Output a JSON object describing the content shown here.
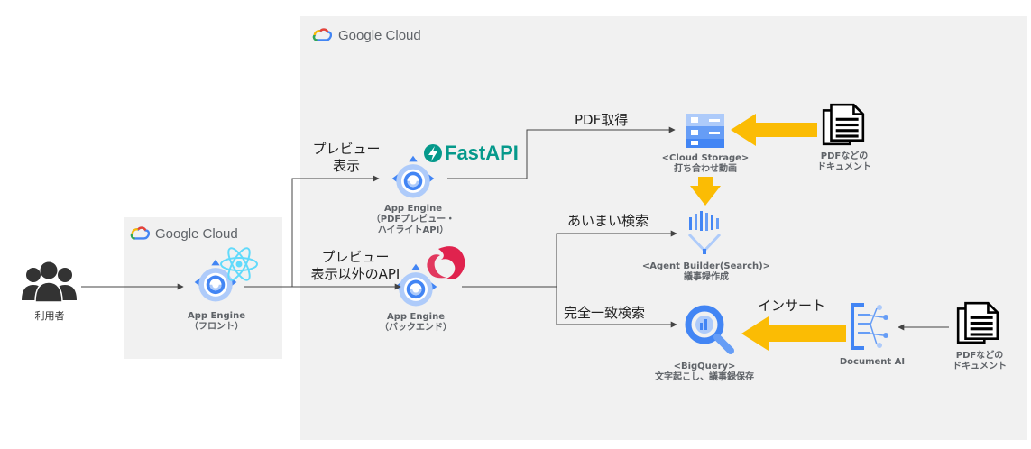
{
  "gc_outer": {
    "label": "Google Cloud"
  },
  "gc_inner": {
    "label": "Google Cloud"
  },
  "user": {
    "label": "利用者"
  },
  "frontend": {
    "title": "App Engine",
    "subtitle": "（フロント）",
    "framework_icon": "react-icon"
  },
  "preview_api": {
    "title": "App Engine",
    "subtitle1": "（PDFプレビュー・",
    "subtitle2": "ハイライトAPI）",
    "framework": "FastAPI"
  },
  "backend": {
    "title": "App Engine",
    "subtitle": "（バックエンド）",
    "framework_icon": "nestjs-icon"
  },
  "storage": {
    "title": "<Cloud Storage>",
    "subtitle": "打ち合わせ動画"
  },
  "agent_builder": {
    "title": "<Agent Builder(Search)>",
    "subtitle": "議事録作成"
  },
  "bigquery": {
    "title": "<BigQuery>",
    "subtitle": "文字起こし、議事録保存"
  },
  "document_ai": {
    "title": "Document AI"
  },
  "pdf_docs_top": {
    "line1": "PDFなどの",
    "line2": "ドキュメント"
  },
  "pdf_docs_bottom": {
    "line1": "PDFなどの",
    "line2": "ドキュメント"
  },
  "flows": {
    "preview_line1": "プレビュー",
    "preview_line2": "表示",
    "other_line1": "プレビュー",
    "other_line2": "表示以外のAPI",
    "pdf_fetch": "PDF取得",
    "fuzzy_search": "あいまい検索",
    "exact_search": "完全一致検索",
    "insert": "インサート"
  },
  "colors": {
    "gc_panel": "#f1f1f1",
    "app_engine_blue": "#4285f4",
    "app_engine_light": "#aecbfa",
    "arrow_orange": "#fbbc04",
    "line_gray": "#444444",
    "fastapi_teal": "#05998b",
    "nest_red": "#e0234e",
    "react_blue": "#61dafb"
  }
}
